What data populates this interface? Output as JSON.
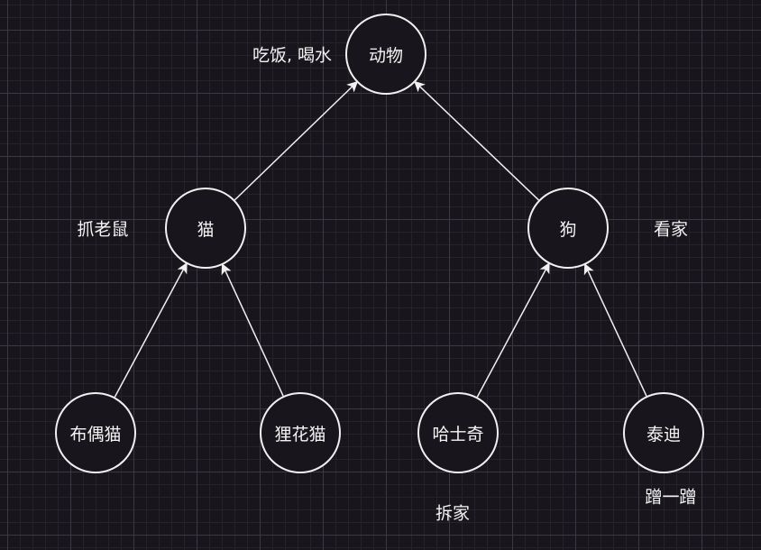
{
  "nodes": {
    "animal": "动物",
    "cat": "猫",
    "dog": "狗",
    "ragdoll": "布偶猫",
    "tabby": "狸花猫",
    "husky": "哈士奇",
    "teddy": "泰迪"
  },
  "labels": {
    "animal": "吃饭, 喝水",
    "cat": "抓老鼠",
    "dog": "看家",
    "husky": "拆家",
    "teddy": "蹭一蹭"
  },
  "edges": [
    [
      "cat",
      "animal"
    ],
    [
      "dog",
      "animal"
    ],
    [
      "ragdoll",
      "cat"
    ],
    [
      "tabby",
      "cat"
    ],
    [
      "husky",
      "dog"
    ],
    [
      "teddy",
      "dog"
    ]
  ],
  "colors": {
    "line": "#f0f0f0",
    "background": "#18161c"
  }
}
